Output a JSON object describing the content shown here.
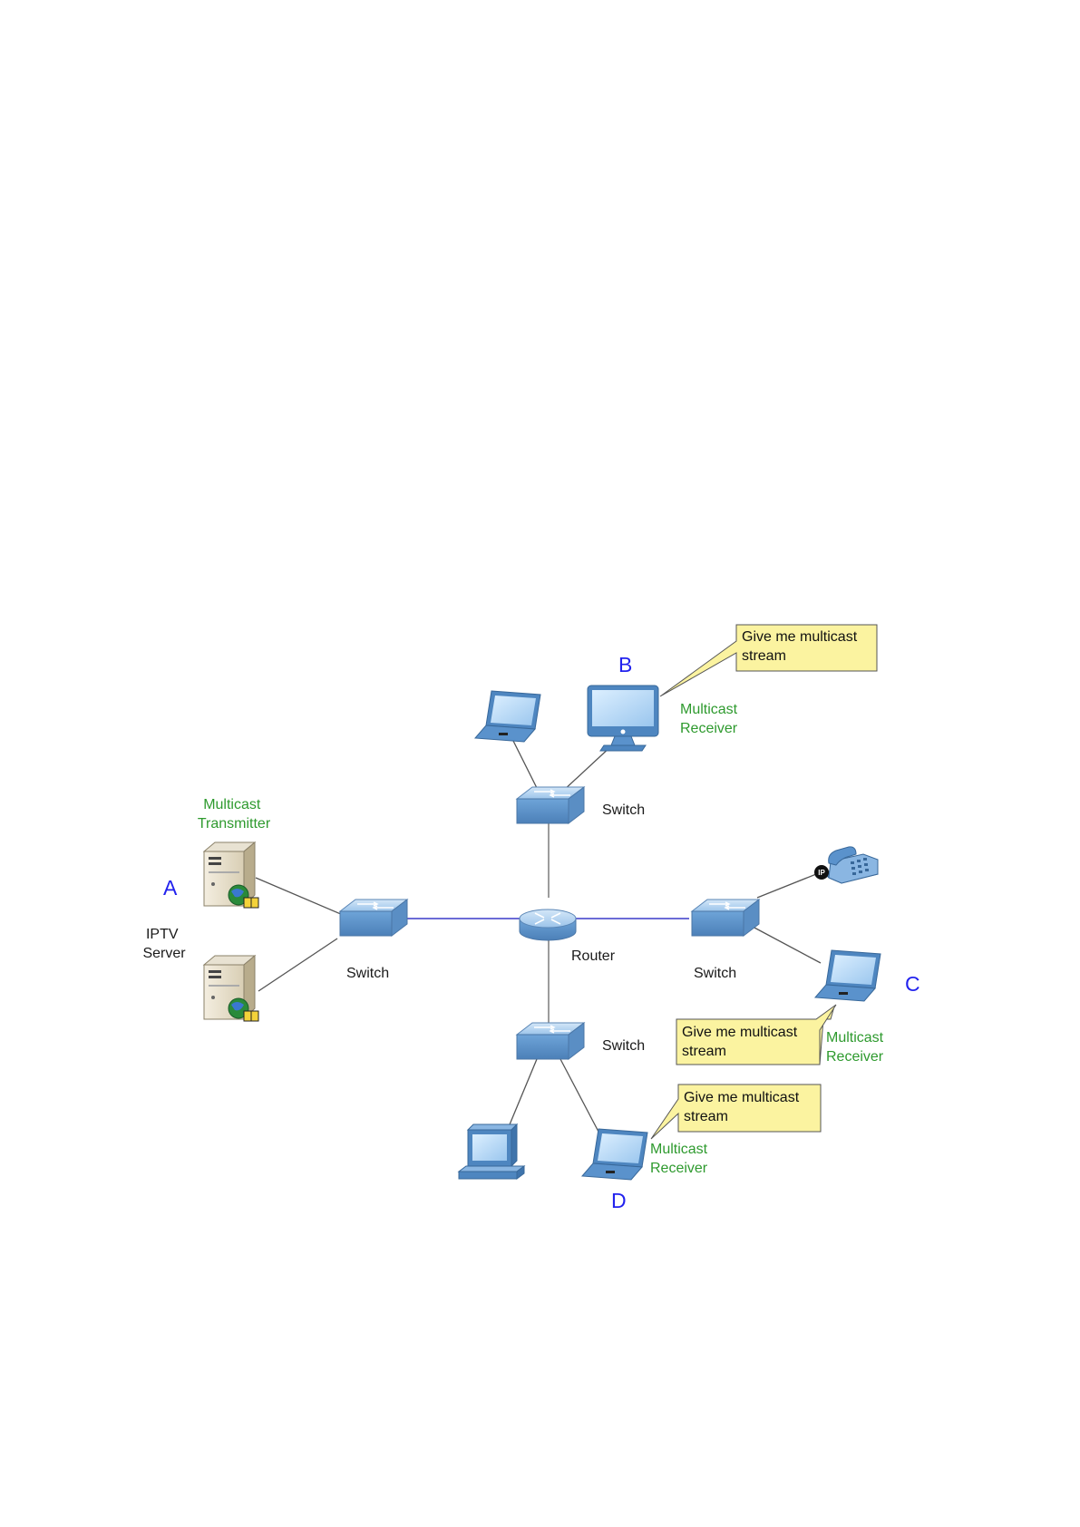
{
  "labels": {
    "node_a": "A",
    "node_b": "B",
    "node_c": "C",
    "node_d": "D",
    "iptv_server": [
      "IPTV",
      "Server"
    ],
    "multicast_transmitter": [
      "Multicast",
      "Transmitter"
    ],
    "multicast_receiver": [
      "Multicast",
      "Receiver"
    ],
    "switch": "Switch",
    "router": "Router"
  },
  "callout": [
    "Give me multicast",
    "stream"
  ],
  "colors": {
    "link_backbone": "#3a3ac8",
    "link_access": "#555555",
    "device_blue": "#6ea4d8",
    "callout_fill": "#fbf3a0",
    "label_green": "#2e9a2e",
    "letter_blue": "#2222ee"
  }
}
